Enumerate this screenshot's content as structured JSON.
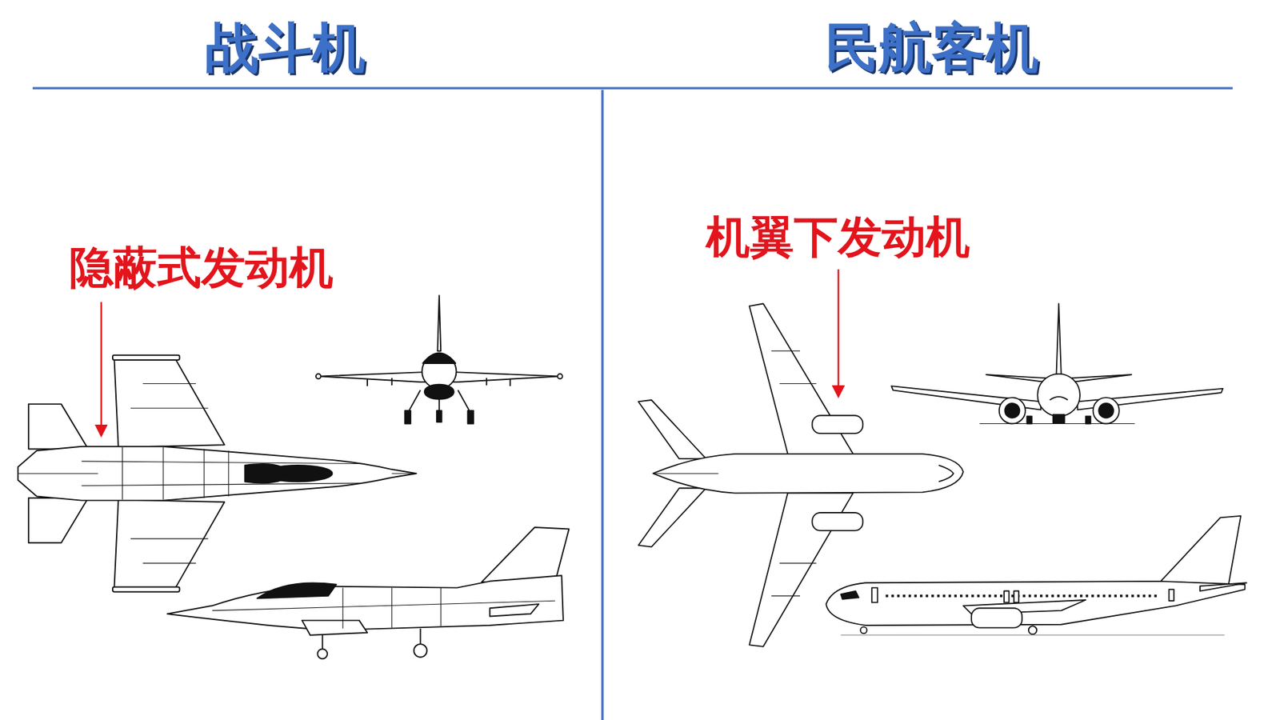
{
  "diagram": {
    "labels": [
      "战斗机",
      "民航客机",
      "隐蔽式发动机",
      "机翼下发动机"
    ]
  }
}
